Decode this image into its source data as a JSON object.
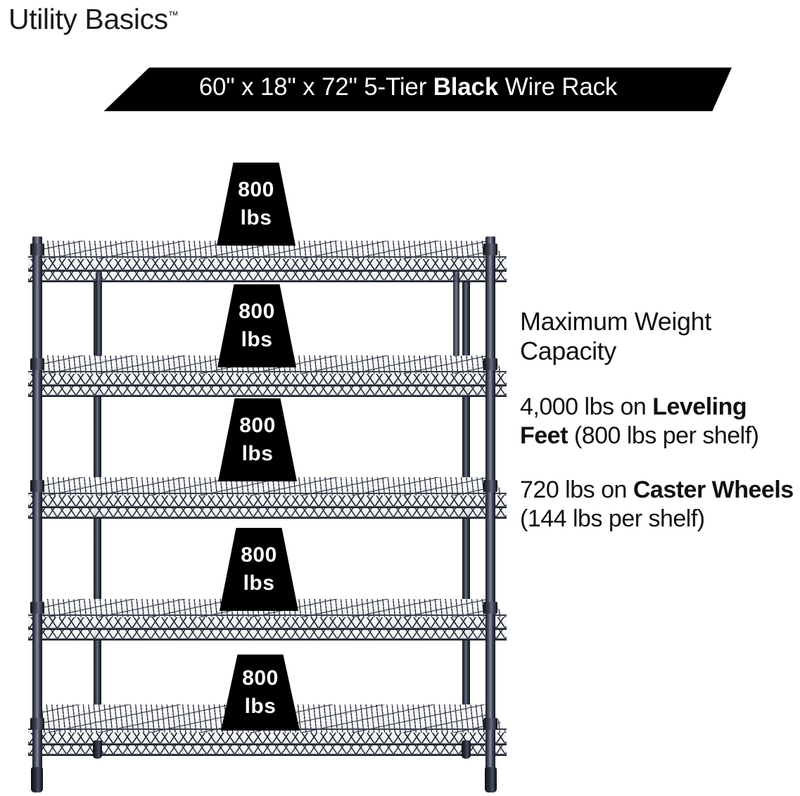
{
  "brand": {
    "name": "Utility Basics",
    "trademark": "™"
  },
  "banner": {
    "dimensions": "60\" x 18\" x 72\"",
    "tier": "5-Tier",
    "emphasis": "Black",
    "suffix": "Wire Rack",
    "full_text": "60\" x 18\" x 72\" 5-Tier Black Wire Rack",
    "background_color": "#000000",
    "text_color": "#ffffff"
  },
  "product": {
    "type": "wire shelving rack",
    "tiers": 5,
    "finish_color": "#2a2e38",
    "shelf_badges": [
      {
        "number": "800",
        "unit": "lbs"
      },
      {
        "number": "800",
        "unit": "lbs"
      },
      {
        "number": "800",
        "unit": "lbs"
      },
      {
        "number": "800",
        "unit": "lbs"
      },
      {
        "number": "800",
        "unit": "lbs"
      }
    ]
  },
  "capacity": {
    "heading": "Maximum Weight Capacity",
    "leveling": {
      "total": "4,000 lbs on ",
      "emphasis": "Leveling Feet",
      "detail": " (800 lbs per shelf)"
    },
    "casters": {
      "total": "720 lbs on ",
      "emphasis": "Caster Wheels",
      "detail": " (144 lbs per shelf)"
    }
  }
}
